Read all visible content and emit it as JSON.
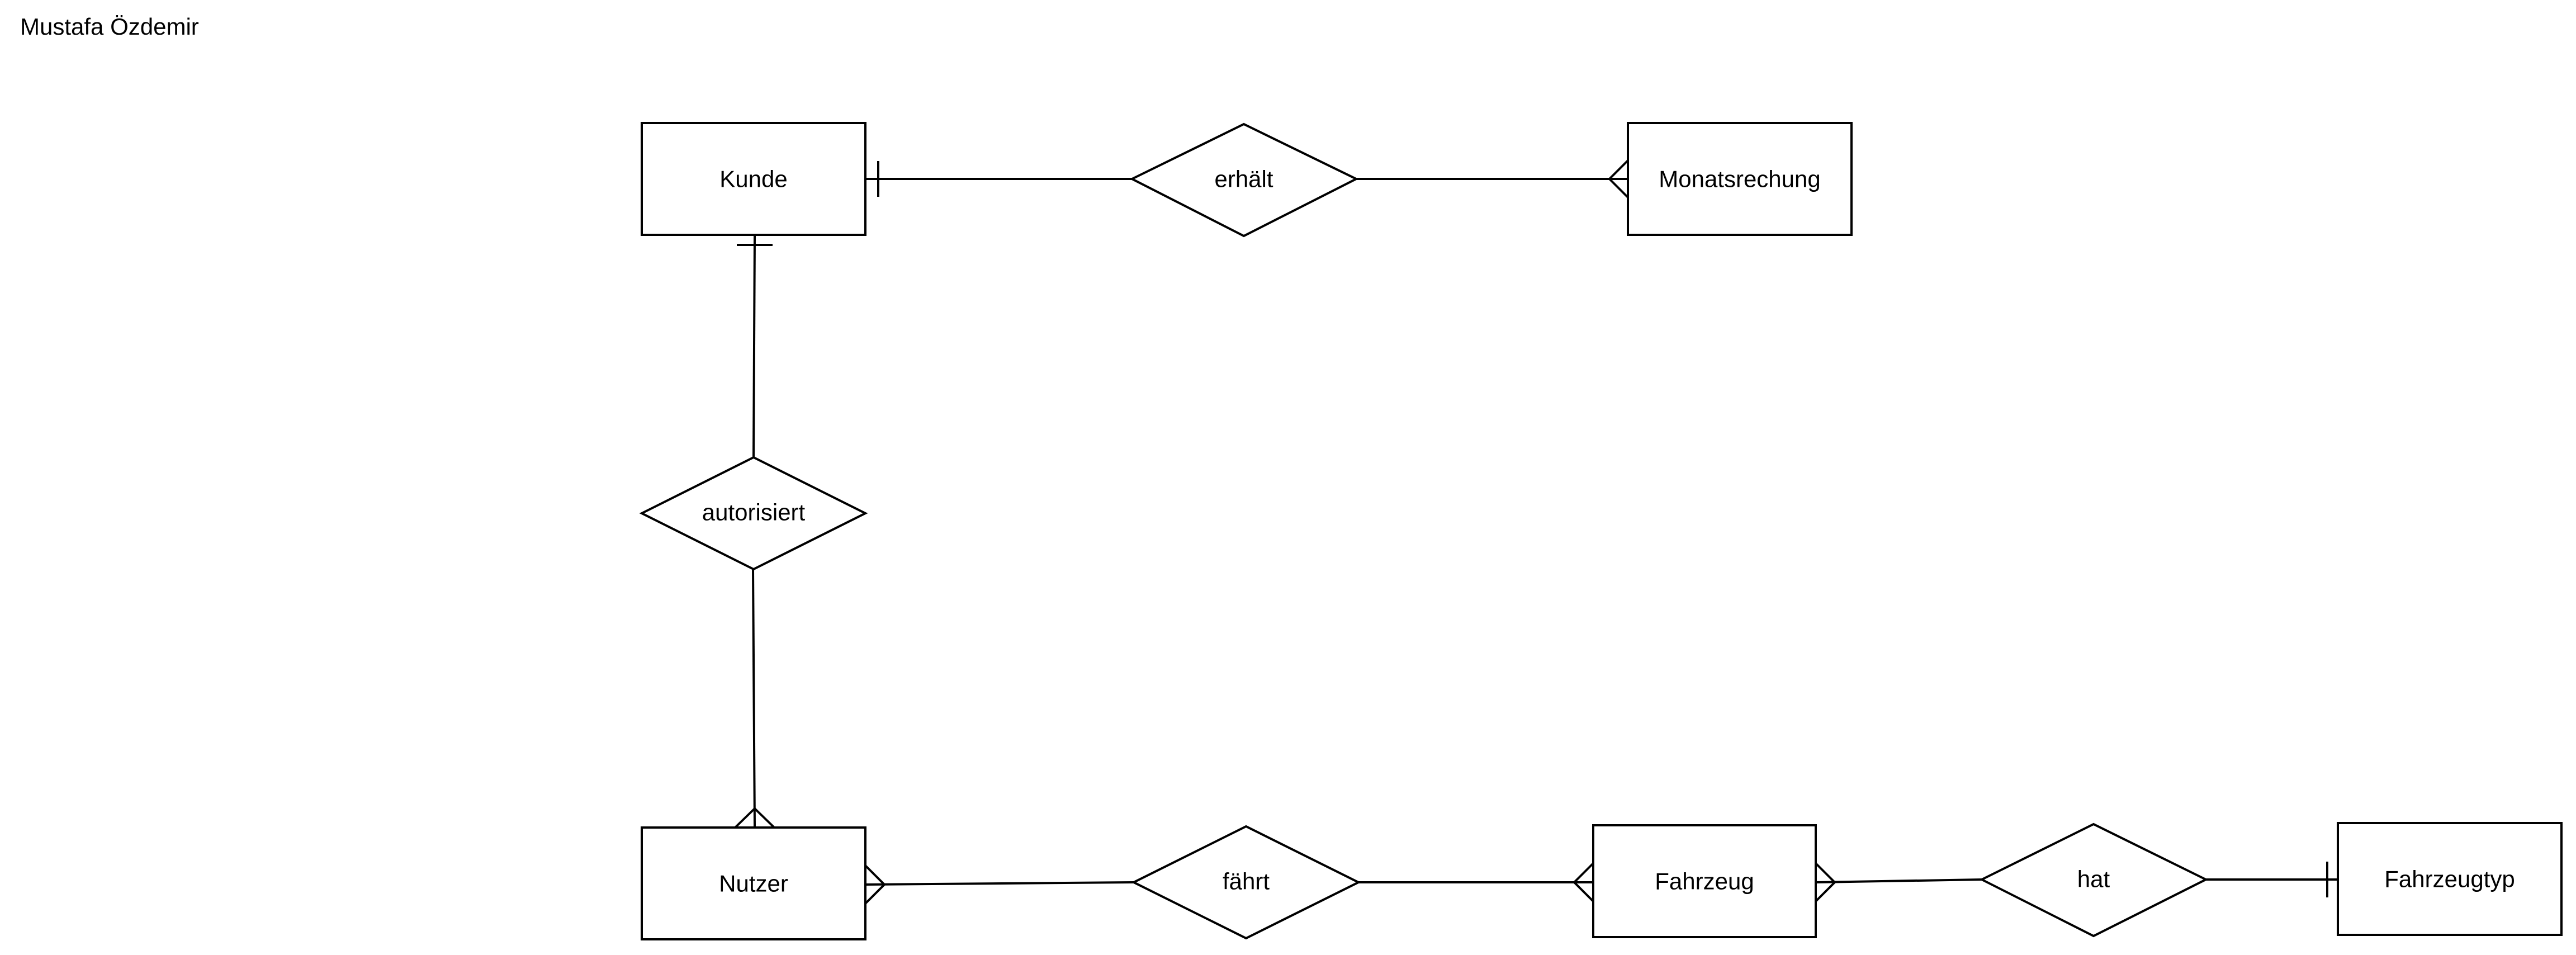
{
  "author": "Mustafa Özdemir",
  "colors": {
    "stroke": "#000000",
    "background": "#ffffff",
    "text": "#000000"
  },
  "entities": {
    "kunde": "Kunde",
    "monatsrechung": "Monatsrechung",
    "nutzer": "Nutzer",
    "fahrzeug": "Fahrzeug",
    "fahrzeugtyp": "Fahrzeugtyp"
  },
  "relationships": {
    "erhaelt": "erhält",
    "autorisiert": "autorisiert",
    "faehrt": "fährt",
    "hat": "hat"
  },
  "connections": [
    {
      "from": "Kunde",
      "via": "erhält",
      "to": "Monatsrechung",
      "from_cardinality": "one",
      "to_cardinality": "many"
    },
    {
      "from": "Kunde",
      "via": "autorisiert",
      "to": "Nutzer",
      "from_cardinality": "one",
      "to_cardinality": "many"
    },
    {
      "from": "Nutzer",
      "via": "fährt",
      "to": "Fahrzeug",
      "from_cardinality": "many",
      "to_cardinality": "many"
    },
    {
      "from": "Fahrzeug",
      "via": "hat",
      "to": "Fahrzeugtyp",
      "from_cardinality": "many",
      "to_cardinality": "one"
    }
  ]
}
